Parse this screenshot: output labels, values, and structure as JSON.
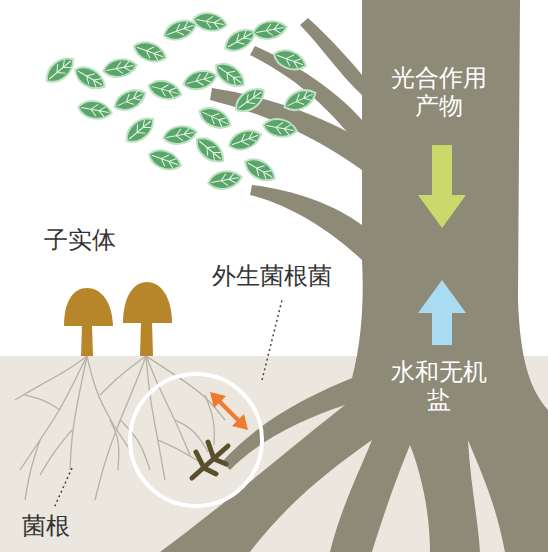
{
  "diagram": {
    "labels": [
      "光合作用 产物",
      "水和无机 盐",
      "子实体",
      "外生菌根菌",
      "菌根"
    ]
  }
}
